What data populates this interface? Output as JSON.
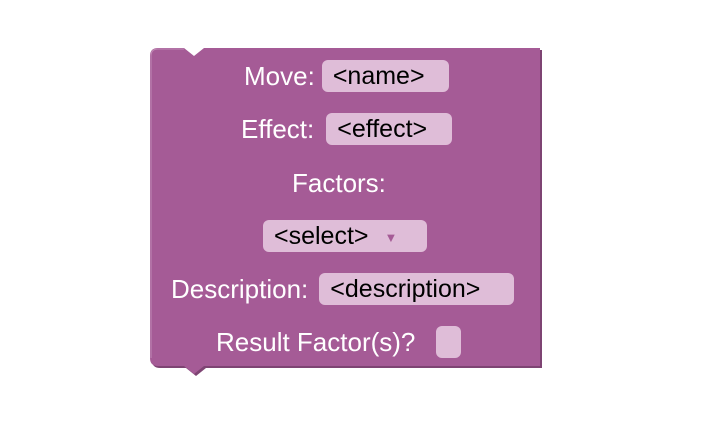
{
  "block": {
    "color": "#a55b96",
    "move_label": "Move:",
    "move_value": "<name>",
    "effect_label": "Effect:",
    "effect_value": "<effect>",
    "factors_label": "Factors:",
    "factors_select": "<select>",
    "factors_caret": "▼",
    "description_label": "Description:",
    "description_value": "<description>",
    "result_label": "Result Factor(s)?",
    "result_checked": false
  }
}
